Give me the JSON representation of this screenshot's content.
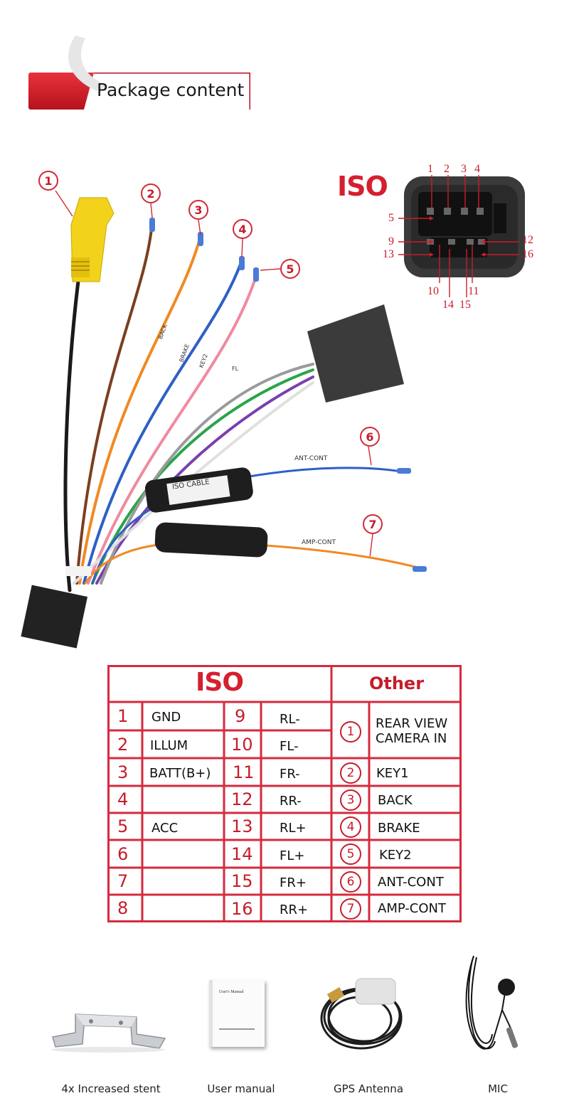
{
  "header": {
    "title": "Package content"
  },
  "iso_connector": {
    "title": "ISO",
    "pins": [
      "1",
      "2",
      "3",
      "4",
      "5",
      "9",
      "12",
      "13",
      "16",
      "10",
      "11",
      "14",
      "15"
    ]
  },
  "harness_callouts": [
    "1",
    "2",
    "3",
    "4",
    "5",
    "6",
    "7"
  ],
  "wire_tags": [
    "ISO CABLE",
    "ANT-CONT",
    "AMP-CONT",
    "BACK",
    "BRAKE",
    "KEY2",
    "FL"
  ],
  "table": {
    "iso_header": "ISO",
    "other_header": "Other",
    "iso_rows": [
      {
        "a_num": "1",
        "a_label": "GND",
        "b_num": "9",
        "b_label": "RL-"
      },
      {
        "a_num": "2",
        "a_label": "ILLUM",
        "b_num": "10",
        "b_label": "FL-"
      },
      {
        "a_num": "3",
        "a_label": "BATT(B+)",
        "b_num": "11",
        "b_label": "FR-"
      },
      {
        "a_num": "4",
        "a_label": "",
        "b_num": "12",
        "b_label": "RR-"
      },
      {
        "a_num": "5",
        "a_label": "ACC",
        "b_num": "13",
        "b_label": "RL+"
      },
      {
        "a_num": "6",
        "a_label": "",
        "b_num": "14",
        "b_label": "FL+"
      },
      {
        "a_num": "7",
        "a_label": "",
        "b_num": "15",
        "b_label": "FR+"
      },
      {
        "a_num": "8",
        "a_label": "",
        "b_num": "16",
        "b_label": "RR+"
      }
    ],
    "other_rows": [
      {
        "num": "1",
        "label_line1": "REAR VIEW",
        "label_line2": "CAMERA IN"
      },
      {
        "num": "2",
        "label": "KEY1"
      },
      {
        "num": "3",
        "label": "BACK"
      },
      {
        "num": "4",
        "label": "BRAKE"
      },
      {
        "num": "5",
        "label": "KEY2"
      },
      {
        "num": "6",
        "label": "ANT-CONT"
      },
      {
        "num": "7",
        "label": "AMP-CONT"
      }
    ]
  },
  "accessories": [
    {
      "label": "4x Increased stent"
    },
    {
      "label": "User manual",
      "cover_text": "User's Manual"
    },
    {
      "label": "GPS Antenna"
    },
    {
      "label": "MIC"
    }
  ],
  "colors": {
    "accent_red": "#d4202f",
    "table_border": "#d62a3e"
  }
}
